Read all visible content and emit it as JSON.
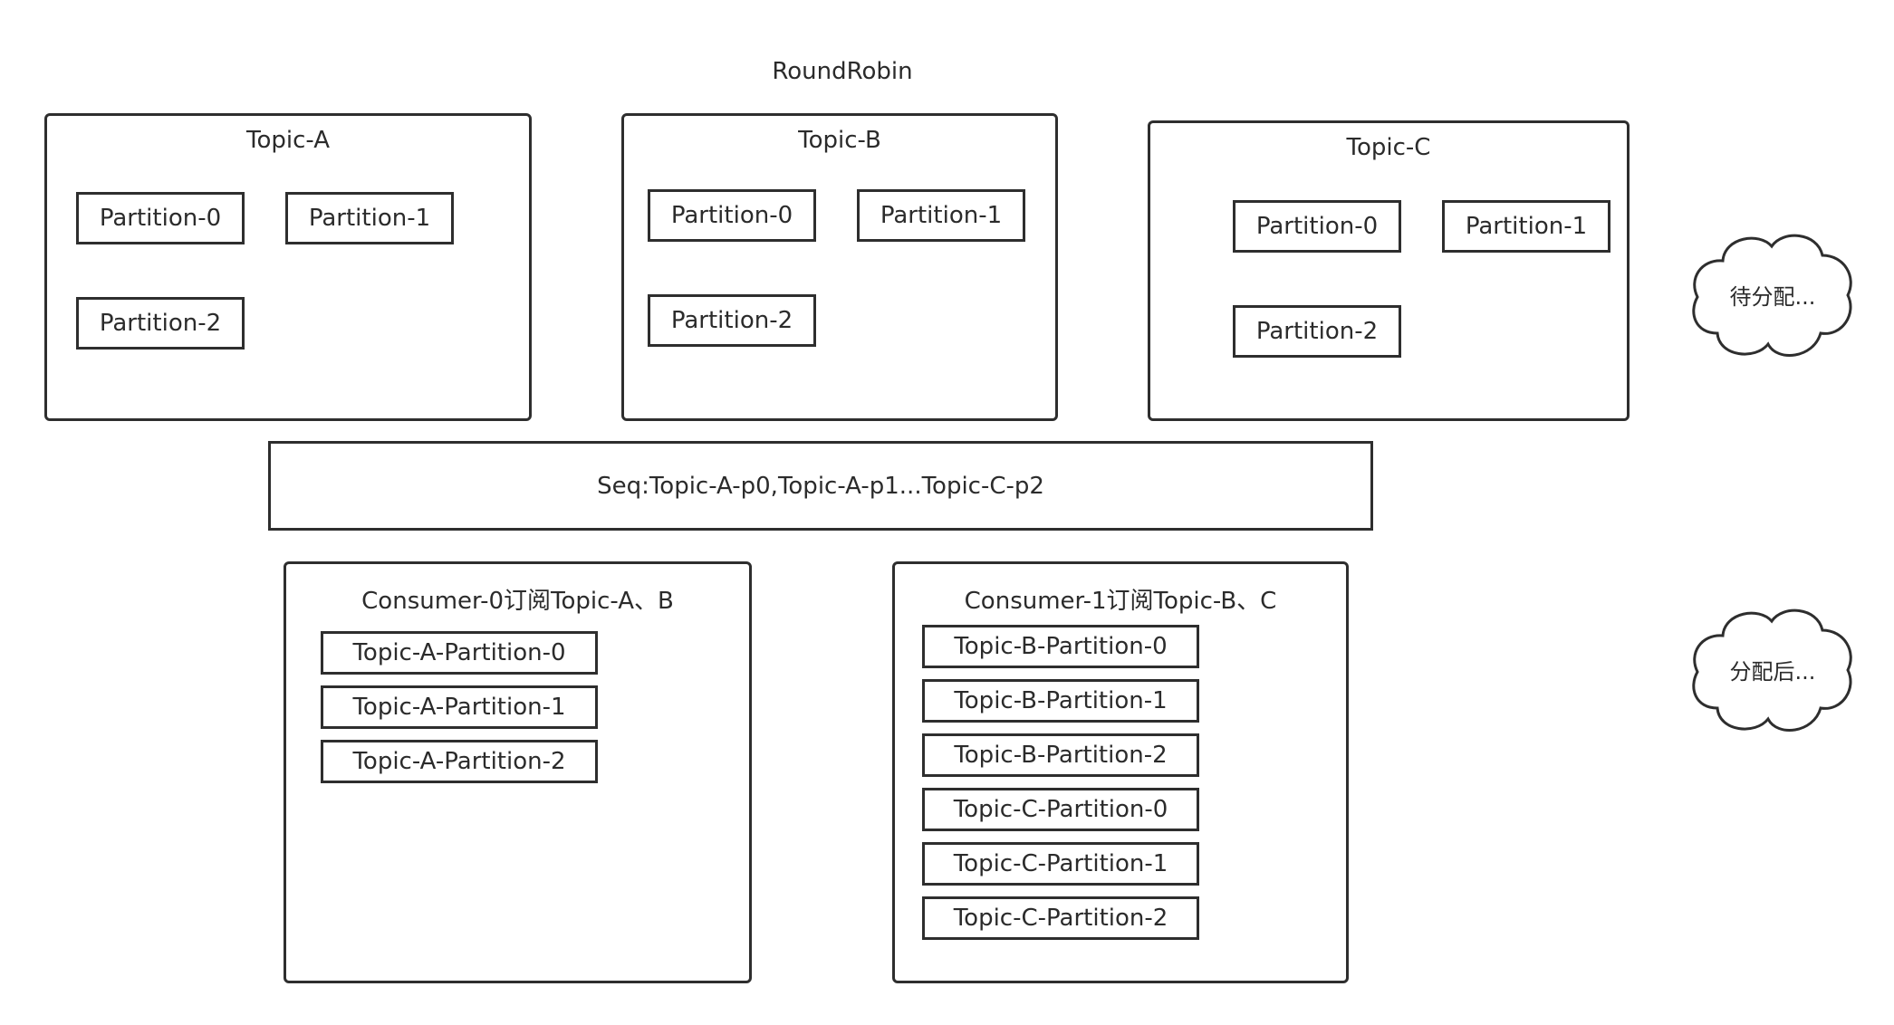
{
  "title": "RoundRobin",
  "topics": [
    {
      "name": "Topic-A",
      "partitions": [
        "Partition-0",
        "Partition-1",
        "Partition-2"
      ]
    },
    {
      "name": "Topic-B",
      "partitions": [
        "Partition-0",
        "Partition-1",
        "Partition-2"
      ]
    },
    {
      "name": "Topic-C",
      "partitions": [
        "Partition-0",
        "Partition-1",
        "Partition-2"
      ]
    }
  ],
  "sequence": "Seq:Topic-A-p0,Topic-A-p1...Topic-C-p2",
  "consumers": [
    {
      "title": "Consumer-0订阅Topic-A、B",
      "partitions": [
        "Topic-A-Partition-0",
        "Topic-A-Partition-1",
        "Topic-A-Partition-2"
      ]
    },
    {
      "title": "Consumer-1订阅Topic-B、C",
      "partitions": [
        "Topic-B-Partition-0",
        "Topic-B-Partition-1",
        "Topic-B-Partition-2",
        "Topic-C-Partition-0",
        "Topic-C-Partition-1",
        "Topic-C-Partition-2"
      ]
    }
  ],
  "clouds": {
    "pending": "待分配...",
    "assigned": "分配后..."
  }
}
